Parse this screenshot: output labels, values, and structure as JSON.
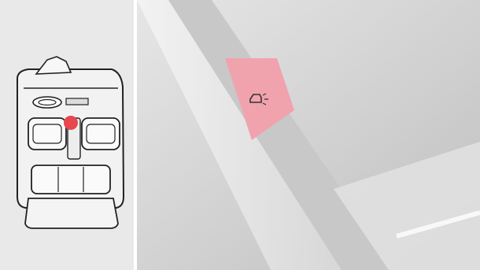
{
  "figure": {
    "left_panel": {
      "subject": "car-top-view-seat-map",
      "highlight_marker": {
        "shape": "circle",
        "color": "#e8474f"
      }
    },
    "right_panel": {
      "subject": "console-button-closeup",
      "highlight_zone": {
        "color": "#f0a3ad"
      },
      "button_icon": "car-door-icon"
    }
  },
  "colors": {
    "panel_background": "#e9e9e9",
    "photo_background": "#d7d7d7",
    "outline": "#222222",
    "highlight_red": "#e8474f",
    "highlight_pink": "#f0a3ad"
  }
}
